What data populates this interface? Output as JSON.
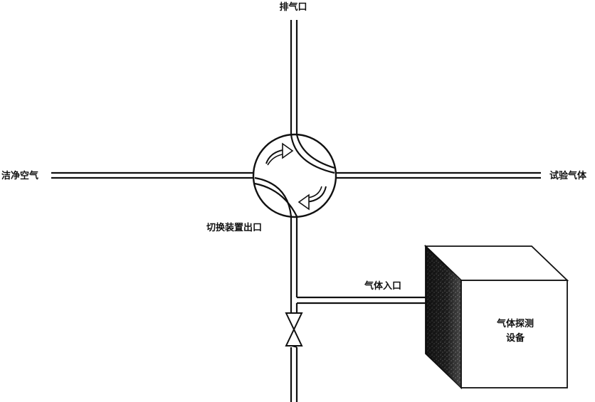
{
  "labels": {
    "exhaust_outlet": "排气口",
    "clean_air": "洁净空气",
    "test_gas": "试验气体",
    "switch_outlet": "切换装置出口",
    "gas_inlet": "气体入口",
    "device_line1": "气体探测",
    "device_line2": "设备"
  },
  "colors": {
    "line": "#111111",
    "box_face": "#ffffff",
    "box_side_dark": "#1a1a1a"
  }
}
